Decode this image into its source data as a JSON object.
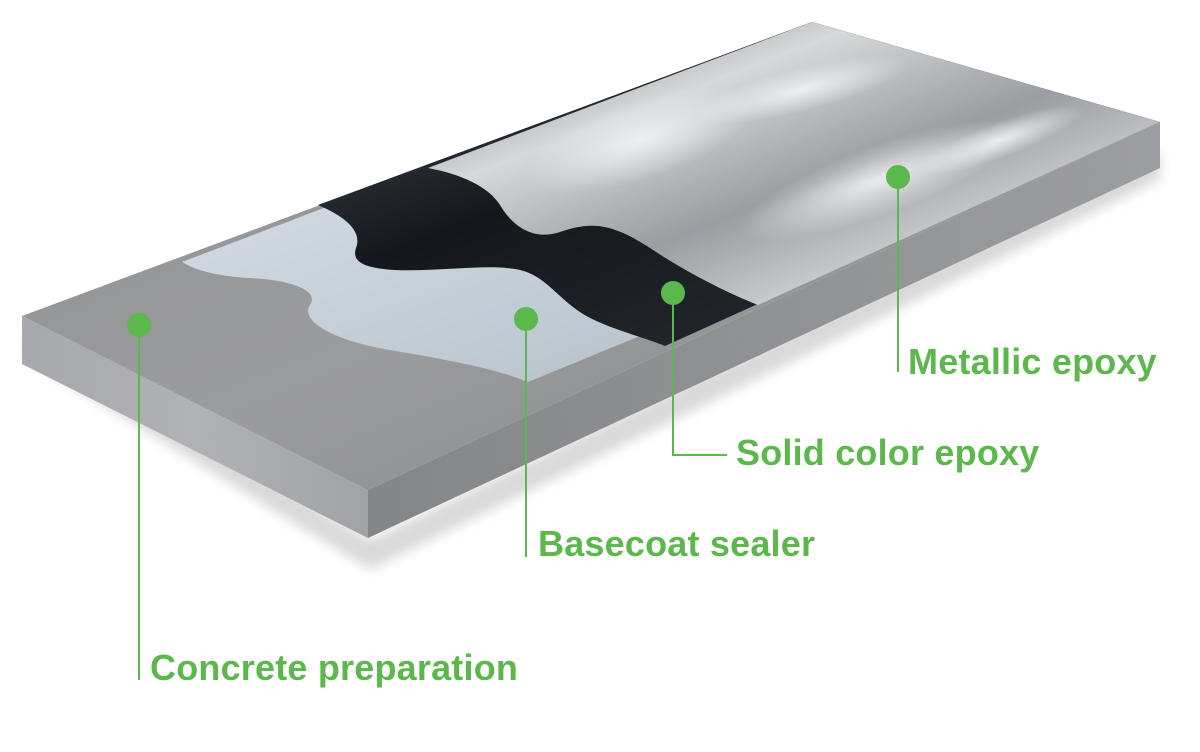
{
  "colors": {
    "accent_green": "#5cb84c",
    "concrete": "#8f9092",
    "concrete_dark": "#6f7072",
    "basecoat": "#c9d3da",
    "solid_color_epoxy": "#1b1f24",
    "metallic_epoxy": "#b8babd",
    "background": "#ffffff"
  },
  "layers": [
    {
      "id": "concrete",
      "label": "Concrete preparation"
    },
    {
      "id": "basecoat",
      "label": "Basecoat sealer"
    },
    {
      "id": "solid",
      "label": "Solid color epoxy"
    },
    {
      "id": "metallic",
      "label": "Metallic epoxy"
    }
  ]
}
